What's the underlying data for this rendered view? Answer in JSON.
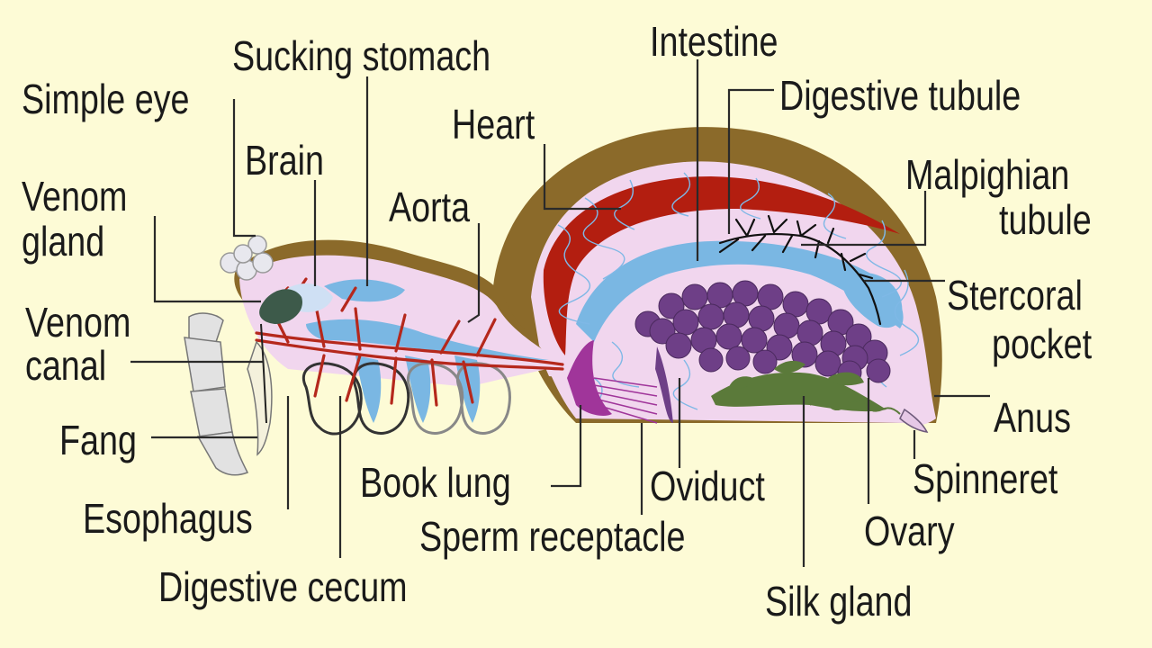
{
  "labels": {
    "sucking_stomach": "Sucking stomach",
    "simple_eye": "Simple eye",
    "brain": "Brain",
    "venom_gland_1": "Venom",
    "venom_gland_2": "gland",
    "venom_canal_1": "Venom",
    "venom_canal_2": "canal",
    "fang": "Fang",
    "esophagus": "Esophagus",
    "digestive_cecum": "Digestive cecum",
    "book_lung": "Book lung",
    "sperm_receptacle": "Sperm receptacle",
    "oviduct": "Oviduct",
    "silk_gland": "Silk gland",
    "ovary": "Ovary",
    "spinneret": "Spinneret",
    "anus": "Anus",
    "stercoral_pocket_1": "Stercoral",
    "stercoral_pocket_2": "pocket",
    "malpighian_tubule_1": "Malpighian",
    "malpighian_tubule_2": "tubule",
    "digestive_tubule": "Digestive tubule",
    "intestine": "Intestine",
    "heart": "Heart",
    "aorta": "Aorta"
  },
  "colors": {
    "background": "#fdfbd6",
    "body_wall": "#8b6a2a",
    "tissue": "#f1d6ee",
    "gut": "#7ab7e3",
    "heart": "#b31e10",
    "vessel": "#b5281c",
    "ovary": "#6e3f87",
    "silk_gland": "#5b7a3a",
    "lung_outline": "#333333",
    "leader_line": "#2a2a2a"
  }
}
